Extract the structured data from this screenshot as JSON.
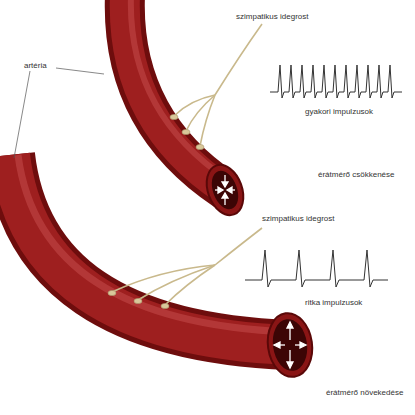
{
  "diagram": {
    "labels": [
      "artéria",
      "szimpatikus idegrost",
      "gyakori impulzusok",
      "érátmérő csökkenése",
      "szimpatikus idegrost",
      "ritka impulzusok",
      "érátmérő növekedése"
    ]
  }
}
